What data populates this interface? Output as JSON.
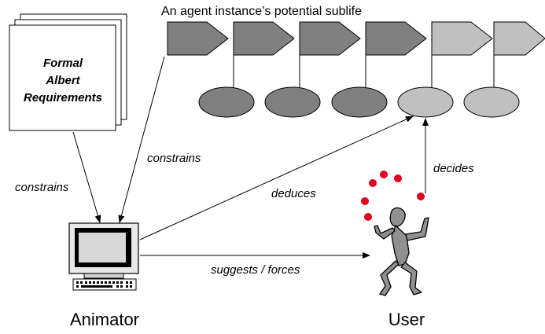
{
  "diagram": {
    "title": "An agent instance’s potential sublife",
    "document": {
      "lines": [
        "Formal",
        "Albert",
        "Requirements"
      ]
    },
    "edges": {
      "constrains_doc": "constrains",
      "constrains_top": "constrains",
      "deduces": "deduces",
      "decides": "decides",
      "suggests": "suggests / forces"
    },
    "nodes": {
      "animator": "Animator",
      "user": "User"
    },
    "colors": {
      "past": "#808080",
      "future": "#c0c0c0",
      "stroke": "#000000",
      "ball": "#e00020",
      "figure": "#909090"
    }
  }
}
